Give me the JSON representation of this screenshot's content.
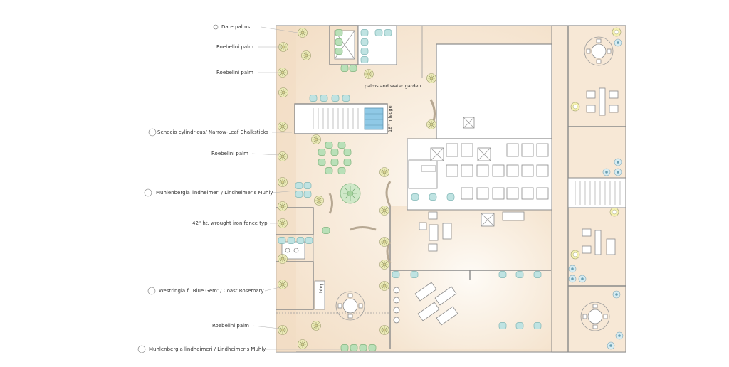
{
  "labels": {
    "date_palms": "Date palms",
    "roebelini_1": "Roebelini palm",
    "roebelini_2": "Roebelini palm",
    "senecio": "Senecio cylindricus/ Narrow-Leaf Chalksticks",
    "roebelini_3": "Roebelini palm",
    "muhlenbergia_1": "Muhlenbergia lindheimeri / Lindheimer's Muhly",
    "fence": "42\" ht. wrought iron fence typ.",
    "westringia": "Westringia f. 'Blue Gem' / Coast Rosemary",
    "roebelini_4": "Roebelini palm",
    "muhlenbergia_2": "Muhlenbergia lindheimeri / Lindheimer's Muhly"
  },
  "plan_notes": {
    "water_garden": "palms and water garden",
    "ledge": "18\" h ledge",
    "bbq": "bbq"
  },
  "colors": {
    "floor_warm": "#f6e7d4",
    "floor_light": "#fbf3e9",
    "planter_blue": "#bfe3e2",
    "planter_green": "#b9e0b8",
    "palm_yellow": "#e8e3a6",
    "wall": "#8a8a8a"
  }
}
